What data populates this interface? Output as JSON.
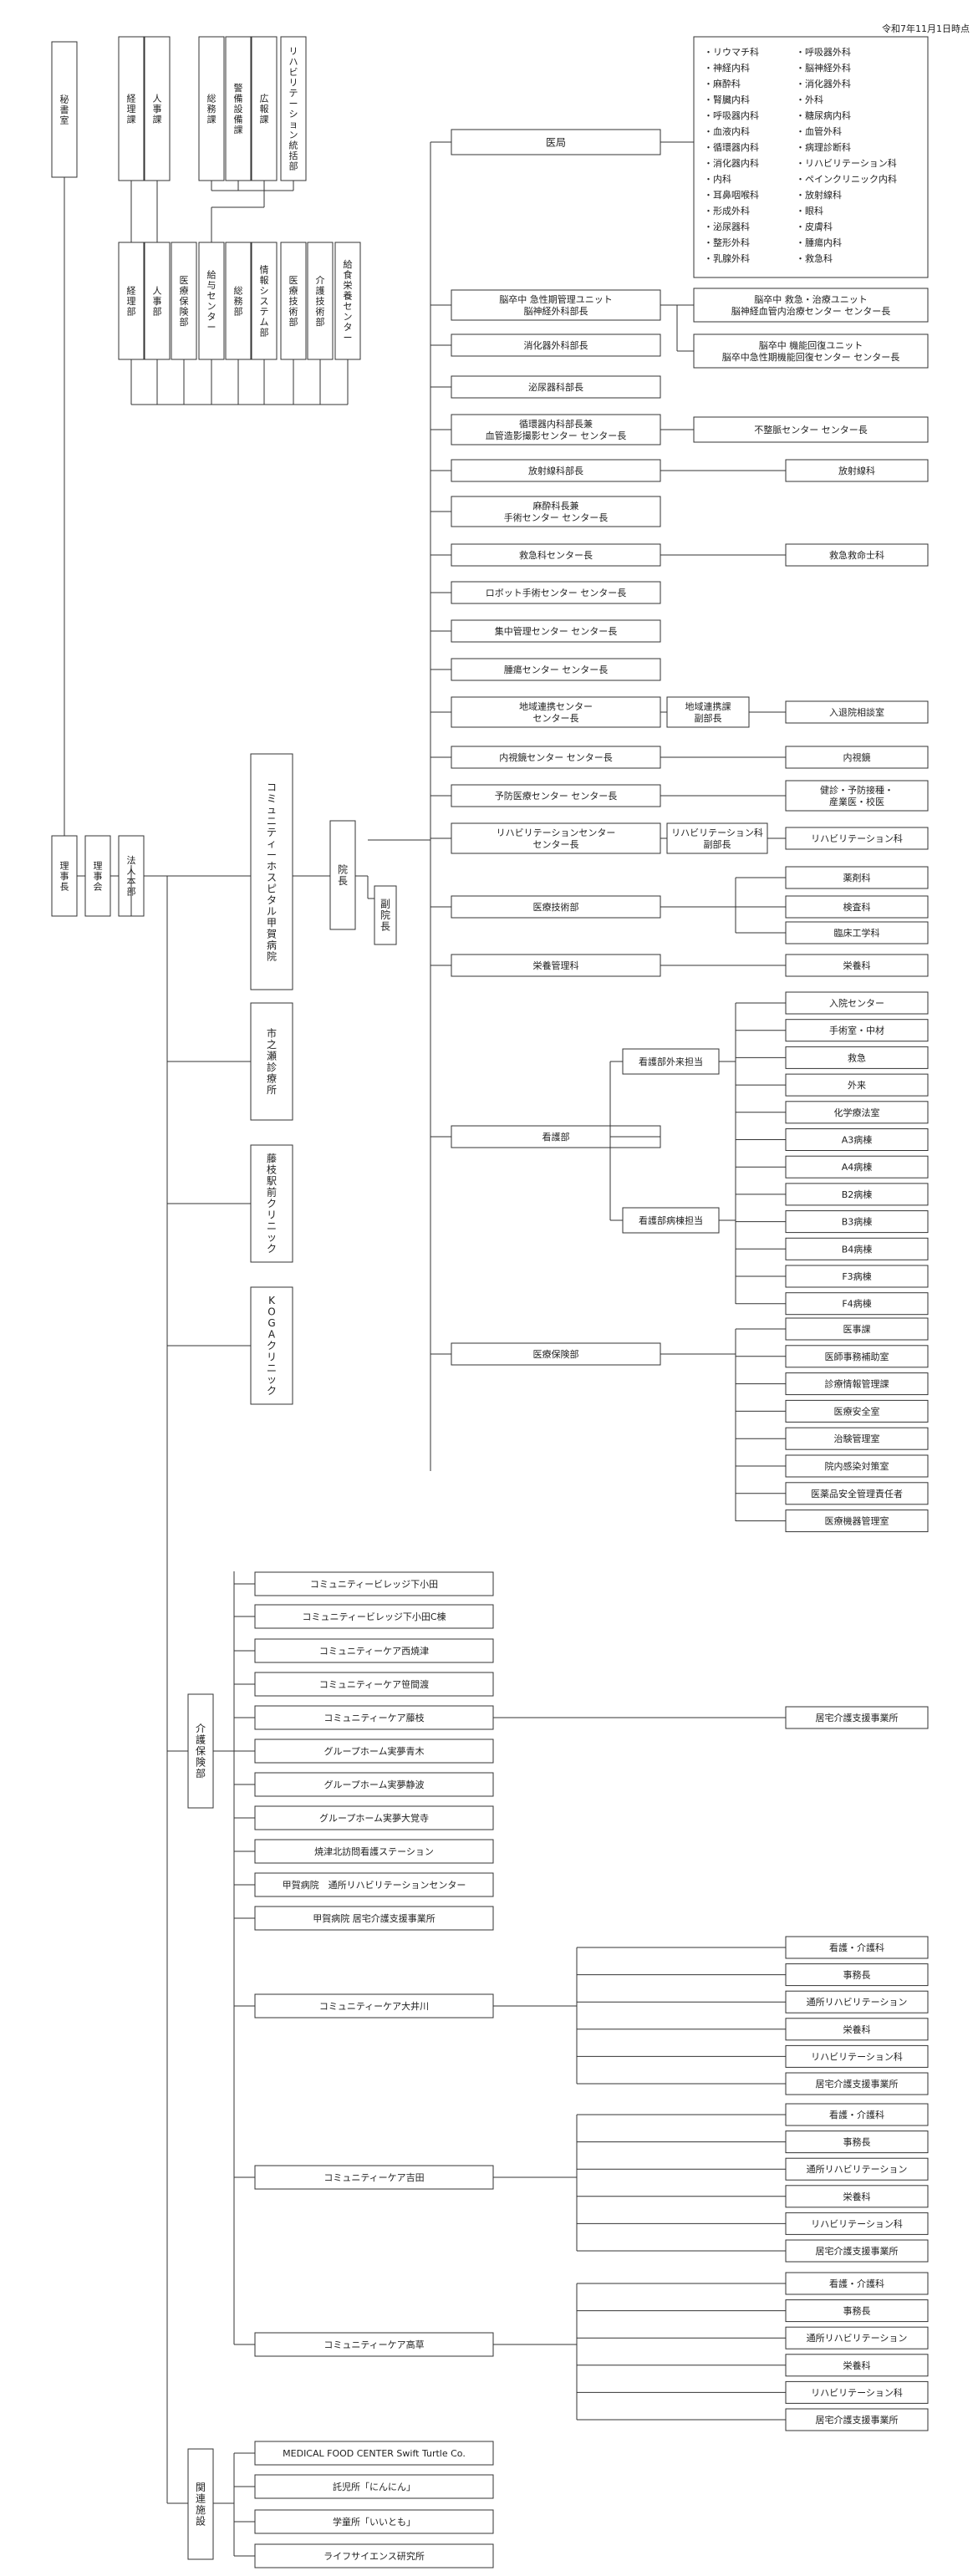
{
  "date": "令和7年11月1日時点",
  "top": {
    "secretary": "秘書室",
    "chairman": "理事長",
    "board": "理事会",
    "hq": "法人本部",
    "keiri_ka": "経理課",
    "jinji_ka": "人事課",
    "somu_ka": "総務課",
    "keibi_ka": "警備設備課",
    "koho_ka": "広報課",
    "rehab_somu": "リハビリテーション統括部",
    "depts": [
      "経理部",
      "人事部",
      "医療保険部",
      "給与センター",
      "総務部",
      "情報システム部",
      "医療技術部",
      "介護技術部",
      "給食栄養センター"
    ]
  },
  "facilities": {
    "hospital": "コミュニティーホスピタル甲賀病院",
    "ichinose": "市之瀬診療所",
    "fujieda": "藤枝駅前クリニック",
    "koga_clinic": "KOGAクリニック",
    "director": "院長",
    "vice": "副院長"
  },
  "medical": {
    "ikyoku": "医局",
    "ikyoku_list_left": [
      "・リウマチ科",
      "・神経内科",
      "・麻酔科",
      "・腎臓内科",
      "・呼吸器内科",
      "・血液内科",
      "・循環器内科",
      "・消化器内科",
      "・内科",
      "・耳鼻咽喉科",
      "・形成外科",
      "・泌尿器科",
      "・整形外科",
      "・乳腺外科"
    ],
    "ikyoku_list_right": [
      "・呼吸器外科",
      "・脳神経外科",
      "・消化器外科",
      "・外科",
      "・糖尿病内科",
      "・血管外科",
      "・病理診断科",
      "・リハビリテーション科",
      "・ペインクリニック内科",
      "・放射線科",
      "・眼科",
      "・皮膚科",
      "・腫瘍内科",
      "・救急科"
    ],
    "rows": [
      {
        "main": [
          "脳卒中 急性期管理ユニット",
          "脳神経外科部長"
        ]
      },
      {
        "main": [
          "消化器外科部長"
        ]
      },
      {
        "main": [
          "泌尿器科部長"
        ]
      },
      {
        "main": [
          "循環器内科部長兼",
          "血管造影撮影センター センター長"
        ]
      },
      {
        "main": [
          "放射線科部長"
        ]
      },
      {
        "main": [
          "麻酔科長兼",
          "手術センター センター長"
        ]
      },
      {
        "main": [
          "救急科センター長"
        ]
      },
      {
        "main": [
          "ロボット手術センター センター長"
        ]
      },
      {
        "main": [
          "集中管理センター センター長"
        ]
      },
      {
        "main": [
          "腫瘍センター センター長"
        ]
      },
      {
        "main": [
          "地域連携センター",
          "センター長"
        ]
      },
      {
        "main": [
          "内視鏡センター センター長"
        ]
      },
      {
        "main": [
          "予防医療センター センター長"
        ]
      },
      {
        "main": [
          "リハビリテーションセンター",
          "センター長"
        ]
      },
      {
        "main": [
          "医療技術部"
        ]
      },
      {
        "main": [
          "栄養管理科"
        ]
      },
      {
        "main": [
          "看護部"
        ]
      },
      {
        "main": [
          "医療保険部"
        ]
      }
    ],
    "stroke_units": [
      [
        "脳卒中 救急・治療ユニット",
        "脳神経血管内治療センター センター長"
      ],
      [
        "脳卒中 機能回復ユニット",
        "脳卒中急性期機能回復センター センター長"
      ]
    ],
    "arrhythmia": "不整脈センター センター長",
    "rad_dept": "放射線科",
    "emt": "救急救命士科",
    "renkei_mid": [
      "地域連携課",
      "副部長"
    ],
    "renkei_right": "入退院相談室",
    "endo_right": "内視鏡",
    "prev_right": [
      "健診・予防接種・",
      "産業医・校医"
    ],
    "rehab_mid": [
      "リハビリテーション科",
      "副部長"
    ],
    "rehab_right": "リハビリテーション科",
    "tech_right": [
      "薬剤科",
      "検査科",
      "臨床工学科"
    ],
    "nutr_right": "栄養科",
    "nursing_mid": [
      "看護部外来担当",
      "看護部病棟担当"
    ],
    "nursing_right": [
      "入院センター",
      "手術室・中材",
      "救急",
      "外来",
      "化学療法室",
      "A3病棟",
      "A4病棟",
      "B2病棟",
      "B3病棟",
      "B4病棟",
      "F3病棟",
      "F4病棟"
    ],
    "insurance_right": [
      "医事課",
      "医師事務補助室",
      "診療情報管理課",
      "医療安全室",
      "治験管理室",
      "院内感染対策室",
      "医薬品安全管理責任者",
      "医療機器管理室"
    ]
  },
  "care": {
    "dept": "介護保険部",
    "items": [
      "コミュニティービレッジ下小田",
      "コミュニティービレッジ下小田C棟",
      "コミュニティーケア西焼津",
      "コミュニティーケア笹間渡",
      "コミュニティーケア藤枝",
      "グループホーム実夢青木",
      "グループホーム実夢静波",
      "グループホーム実夢大覚寺",
      "焼津北訪問看護ステーション",
      "甲賀病院　通所リハビリテーションセンター",
      "甲賀病院 居宅介護支援事業所"
    ],
    "fujieda_right": "居宅介護支援事業所",
    "oigawa": "コミュニティーケア大井川",
    "oigawa_right": [
      "看護・介護科",
      "事務長",
      "通所リハビリテーション",
      "栄養科",
      "リハビリテーション科",
      "居宅介護支援事業所"
    ],
    "yoshida": "コミュニティーケア吉田",
    "yoshida_right": [
      "看護・介護科",
      "事務長",
      "通所リハビリテーション",
      "栄養科",
      "リハビリテーション科",
      "居宅介護支援事業所"
    ],
    "takakusa": "コミュニティーケア高草",
    "takakusa_right": [
      "看護・介護科",
      "事務長",
      "通所リハビリテーション",
      "栄養科",
      "リハビリテーション科",
      "居宅介護支援事業所"
    ]
  },
  "related": {
    "dept": "関連施設",
    "items": [
      "MEDICAL FOOD CENTER Swift Turtle Co.",
      "託児所「にんにん」",
      "学童所「いいとも」",
      "ライフサイエンス研究所"
    ]
  }
}
